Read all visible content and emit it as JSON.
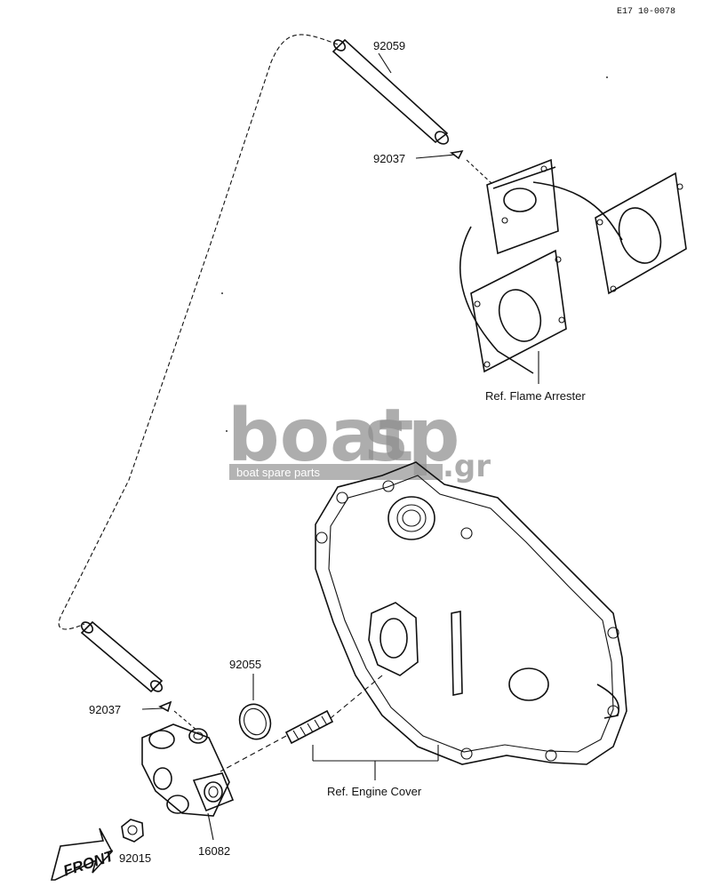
{
  "diagram_code": "E17 10-0078",
  "parts": {
    "hose_top": "92059",
    "clip_top": "92037",
    "clip_bottom": "92037",
    "oring": "92055",
    "plug": "92015",
    "valve": "16082"
  },
  "references": {
    "flame_arrester": "Ref. Flame Arrester",
    "engine_cover": "Ref. Engine Cover"
  },
  "watermark": {
    "brand_main": "boat",
    "brand_accent": "sp",
    "domain_suffix": ".gr",
    "tagline": "boat spare parts"
  },
  "front_mark": "FRONT"
}
